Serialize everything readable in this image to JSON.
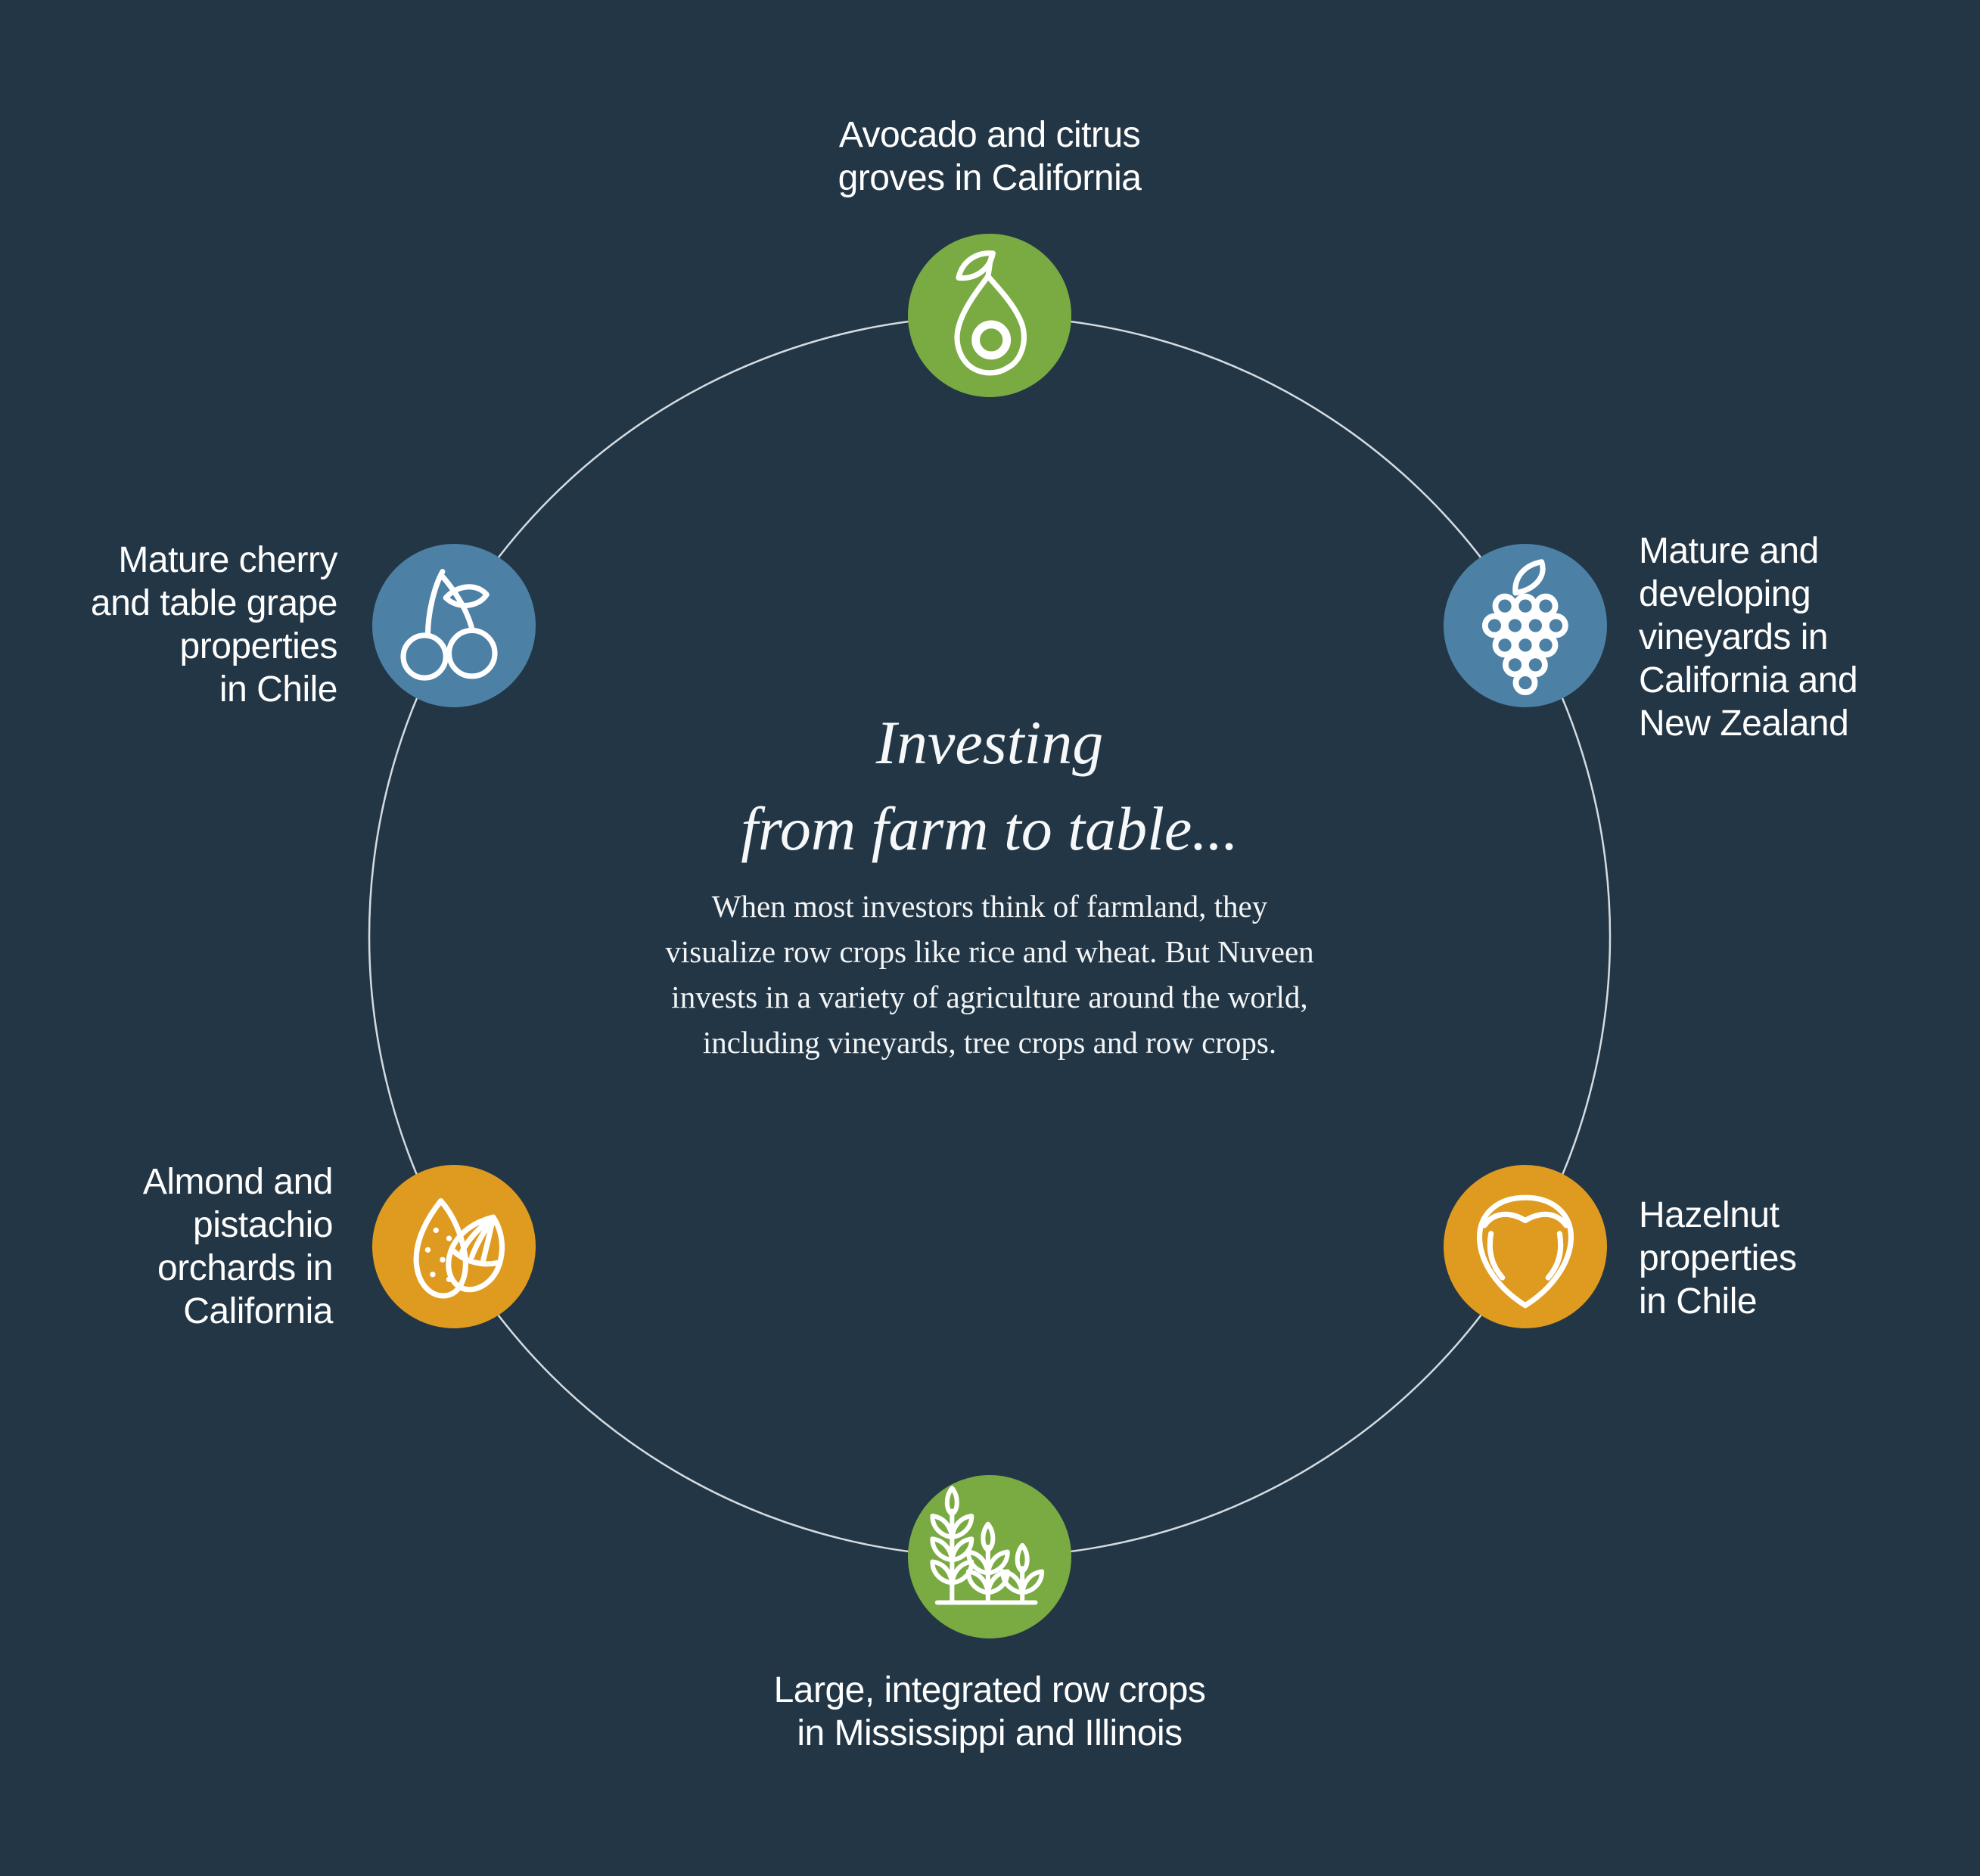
{
  "background_color": "#233645",
  "ring": {
    "stroke_color": "#E9EEF2"
  },
  "center": {
    "title": "Investing\nfrom farm to table...",
    "body": "When most investors think of farmland, they\nvisualize row crops like rice and wheat. But Nuveen\ninvests in a variety of agriculture around the world,\nincluding vineyards, tree crops and row crops."
  },
  "colors": {
    "green": "#7AAB43",
    "blue": "#4C80A5",
    "orange": "#DF9A20"
  },
  "nodes": [
    {
      "id": "avocado",
      "icon": "avocado-icon",
      "color": "#7AAB43",
      "position": "top",
      "label": "Avocado and citrus\ngroves in California"
    },
    {
      "id": "vineyards",
      "icon": "grapes-icon",
      "color": "#4C80A5",
      "position": "upper-right",
      "label": "Mature and\ndeveloping\nvineyards in\nCalifornia and\nNew Zealand"
    },
    {
      "id": "hazelnut",
      "icon": "hazelnut-icon",
      "color": "#DF9A20",
      "position": "lower-right",
      "label": "Hazelnut\nproperties\nin Chile"
    },
    {
      "id": "row-crops",
      "icon": "row-crops-icon",
      "color": "#7AAB43",
      "position": "bottom",
      "label": "Large, integrated row crops\nin Mississippi and Illinois"
    },
    {
      "id": "almond",
      "icon": "almond-icon",
      "color": "#DF9A20",
      "position": "lower-left",
      "label": "Almond and\npistachio\norchards in\nCalifornia"
    },
    {
      "id": "cherry",
      "icon": "cherry-icon",
      "color": "#4C80A5",
      "position": "upper-left",
      "label": "Mature cherry\nand table grape\nproperties\nin Chile"
    }
  ]
}
